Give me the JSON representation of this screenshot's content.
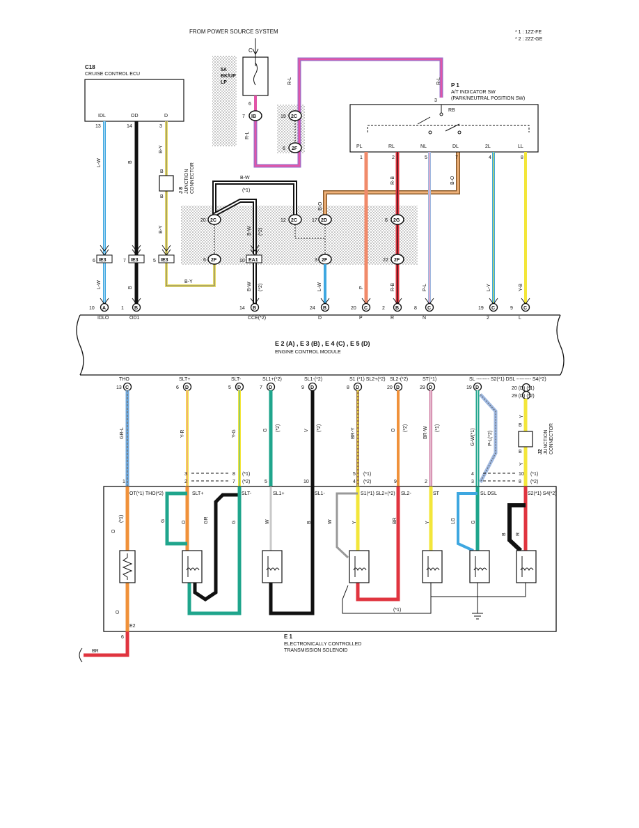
{
  "header": {
    "source": "FROM POWER SOURCE SYSTEM",
    "note1": "* 1 : 1ZZ-FE",
    "note2": "* 2 : 2ZZ-GE"
  },
  "fuse": {
    "c": "C",
    "amp": "5A",
    "name1": "BK/UP",
    "name2": "LP"
  },
  "cruise": {
    "code": "C18",
    "name": "CRUISE CONTROL ECU",
    "pins": [
      "IDL",
      "OD",
      "D"
    ],
    "pin_nums": [
      "13",
      "14",
      "3"
    ]
  },
  "p1": {
    "code": "P 1",
    "name1": "A/T INDICATOR SW",
    "name2": "(PARK/NEUTRAL POSITION SW)",
    "rb": "RB",
    "pin_rb": "3",
    "pins": [
      "PL",
      "RL",
      "NL",
      "DL",
      "2L",
      "LL"
    ],
    "pin_nums": [
      "1",
      "2",
      "5",
      "7",
      "4",
      "8"
    ]
  },
  "junction_j8": {
    "code": "J 8",
    "name1": "JUNCTION",
    "name2": "CONNECTOR",
    "b1": "B",
    "b2": "B"
  },
  "junction_j2": {
    "code": "J2",
    "name1": "JUNCTION",
    "name2": "CONNECTOR",
    "b1": "B",
    "b2": "B"
  },
  "wires": {
    "lw": "L-W",
    "b": "B",
    "by": "B-Y",
    "rl": "R-L",
    "bw": "B-W",
    "bo": "B-O",
    "p": "P",
    "rb": "R-B",
    "pl": "P-L",
    "ly": "L-Y",
    "yb": "Y-B",
    "star1": "(*1)",
    "star2": "(*2)",
    "br": "BR"
  },
  "connectors": {
    "ie3": "IE3",
    "ea1": "EA1",
    "ib": "IB",
    "2c": "2C",
    "2f": "2F",
    "2d": "2D",
    "2g": "2G",
    "n6": "6",
    "n7": "7",
    "n5": "5",
    "n10": "10",
    "n20": "20",
    "n12": "12",
    "n17": "17",
    "n3": "3",
    "n22": "22",
    "n19": "19"
  },
  "ecm_top_pins": [
    {
      "num": "10",
      "letter": "A",
      "label": "IDLO"
    },
    {
      "num": "1",
      "letter": "B",
      "label": "OD1"
    },
    {
      "num": "14",
      "letter": "B",
      "label": "CCE(*2)"
    },
    {
      "num": "24",
      "letter": "B",
      "label": "D"
    },
    {
      "num": "20",
      "letter": "C",
      "label": "P"
    },
    {
      "num": "2",
      "letter": "B",
      "label": "R"
    },
    {
      "num": "8",
      "letter": "C",
      "label": "N"
    },
    {
      "num": "19",
      "letter": "C",
      "label": "2"
    },
    {
      "num": "9",
      "letter": "C",
      "label": "L"
    }
  ],
  "ecm": {
    "codes": "E 2 (A) , E 3 (B) , E 4 (C) , E 5 (D)",
    "name": "ENGINE CONTROL MODULE"
  },
  "ecm_bottom_pins": [
    {
      "num": "13",
      "letter": "C",
      "label": "THO"
    },
    {
      "num": "6",
      "letter": "D",
      "label": "SLT+"
    },
    {
      "num": "5",
      "letter": "D",
      "label": "SLT-"
    },
    {
      "num": "7",
      "letter": "D",
      "label": "SL1+(*2)"
    },
    {
      "num": "9",
      "letter": "D",
      "label": "SL1-(*2)"
    },
    {
      "num": "8",
      "letter": "D",
      "label": "S1 (*1)  SL2+(*2)"
    },
    {
      "num": "20",
      "letter": "D",
      "label": "SL2-(*2)"
    },
    {
      "num": "29",
      "letter": "D",
      "label": "ST(*1)"
    },
    {
      "num": "19",
      "letter": "D",
      "label": "SL -------- S2(*1)  DSL --------- S4(*2)"
    }
  ],
  "ecm_extra_pins": [
    "20 (D) (*1)",
    "29 (D) (*2)"
  ],
  "lower_wires": [
    "GR-L",
    "Y-R",
    "Y-G",
    "G",
    "V",
    "BR-Y",
    "O",
    "BR-W",
    "G-W(*1)",
    "P-L(*2)",
    "Y"
  ],
  "solenoid_pins": {
    "tho": "OT(*1) THO(*2)",
    "slt_p": "SLT+",
    "slt_m": "SLT-",
    "sl1_p": "SL1+",
    "sl1_m": "SL1-",
    "s1": "S1(*1) SL2+(*2)",
    "sl2_m": "SL2-",
    "st": "ST",
    "sl": "SL DSL",
    "s2": "S2(*1) S4(*2)",
    "e2": "E2"
  },
  "solenoid": {
    "code": "E 1",
    "name1": "ELECTRONICALLY CONTROLLED",
    "name2": "TRANSMISSION SOLENOID"
  },
  "colors": {
    "lw": "#3ea7e0",
    "black": "#111111",
    "by": "#e8dc6a",
    "pink": "#e255a8",
    "purple": "#9a6fc9",
    "orange": "#f0913a",
    "salmon": "#f08a6a",
    "red": "#e0343f",
    "yellow": "#f3e63a",
    "green": "#1fa58c",
    "gray": "#c8c8c8"
  }
}
